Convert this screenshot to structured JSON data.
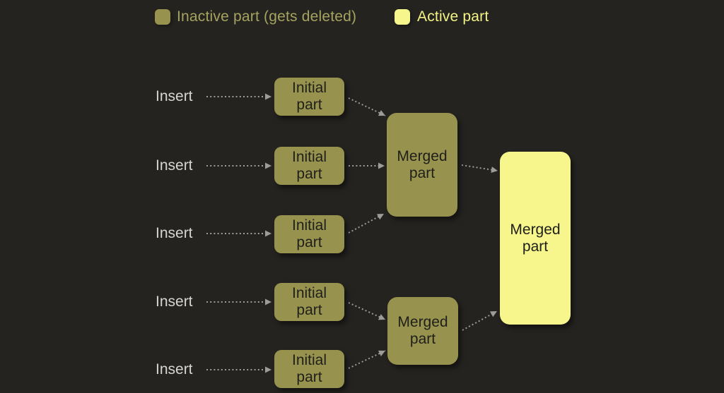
{
  "legend": {
    "inactive": {
      "label": "Inactive part (gets deleted)"
    },
    "active": {
      "label": "Active part"
    }
  },
  "colors": {
    "background": "#242320",
    "inactive": "#97934f",
    "active": "#f6f68d",
    "inactive_text": "#a5a35f",
    "active_text": "#f3f386",
    "node_text": "#20201a",
    "insert_text": "#d5d5d3",
    "arrow": "#9c9c9a"
  },
  "inserts": [
    {
      "label": "Insert"
    },
    {
      "label": "Insert"
    },
    {
      "label": "Insert"
    },
    {
      "label": "Insert"
    },
    {
      "label": "Insert"
    }
  ],
  "initial_parts": [
    {
      "label": "Initial part"
    },
    {
      "label": "Initial part"
    },
    {
      "label": "Initial part"
    },
    {
      "label": "Initial part"
    },
    {
      "label": "Initial part"
    }
  ],
  "merged_parts": [
    {
      "label": "Merged part",
      "state": "inactive"
    },
    {
      "label": "Merged part",
      "state": "inactive"
    },
    {
      "label": "Merged part",
      "state": "active"
    }
  ]
}
